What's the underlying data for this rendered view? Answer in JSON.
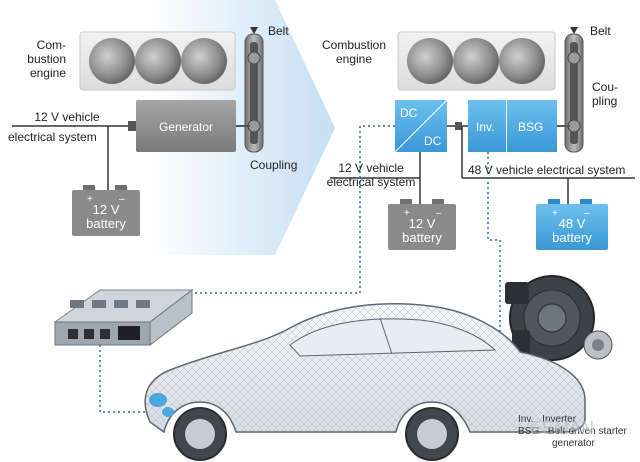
{
  "left": {
    "engine_label_line1": "Com-",
    "engine_label_line2": "bustion",
    "engine_label_line3": "engine",
    "belt_label": "Belt",
    "generator_label": "Generator",
    "coupling_label": "Coupling",
    "electrical_label_line1": "12 V vehicle",
    "electrical_label_line2": "electrical system",
    "battery_label_line1": "12 V",
    "battery_label_line2": "battery"
  },
  "right": {
    "engine_label_line1": "Combustion",
    "engine_label_line2": "engine",
    "belt_label": "Belt",
    "coupling_label_line1": "Cou-",
    "coupling_label_line2": "pling",
    "dcdc_top": "DC",
    "dcdc_bottom": "DC",
    "inverter_label": "Inv.",
    "bsg_label": "BSG",
    "electrical12_line1": "12 V vehicle",
    "electrical12_line2": "electrical system",
    "electrical48_label": "48 V vehicle electrical system",
    "battery12_line1": "12 V",
    "battery12_line2": "battery",
    "battery48_line1": "48 V",
    "battery48_line2": "battery"
  },
  "legend": {
    "inv_abbr": "Inv.",
    "inv_text": "Inverter",
    "bsg_abbr": "BSG",
    "bsg_text_line1": "Belt-driven starter",
    "bsg_text_line2": "generator"
  },
  "colors": {
    "accent_blue": "#4aa7e0",
    "chevron_blue": "#d6eaf8",
    "generator_gray": "#8c8c8c",
    "battery_gray": "#8a8a8a",
    "battery_blue": "#55b4ea",
    "dotted_line": "#2a6a96"
  },
  "watermark": "EEMAN"
}
